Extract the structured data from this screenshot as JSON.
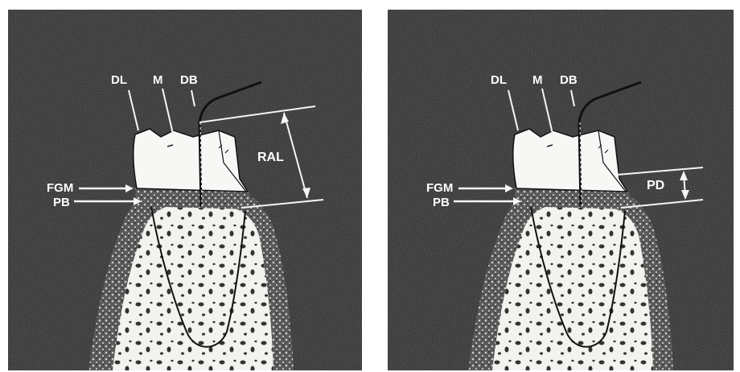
{
  "colors": {
    "background": "#2a2a2a",
    "tooth": "#f7f7f5",
    "gingiva": "#4a4a4a",
    "bone": "#f2f2ee",
    "ink": "#101010",
    "label": "#ffffff"
  },
  "panels": [
    {
      "id": "left",
      "labels": {
        "dl": "DL",
        "m": "M",
        "db": "DB",
        "fgm": "FGM",
        "pb": "PB",
        "measure": "RAL"
      }
    },
    {
      "id": "right",
      "labels": {
        "dl": "DL",
        "m": "M",
        "db": "DB",
        "fgm": "FGM",
        "pb": "PB",
        "measure": "PD"
      }
    }
  ]
}
